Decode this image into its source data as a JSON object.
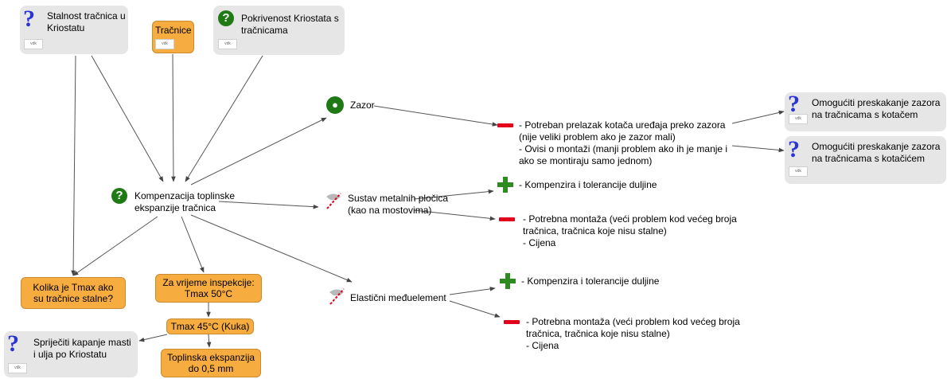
{
  "nodes": {
    "stalnost": {
      "lines": [
        "Stalnost tračnica u",
        "Kriostatu"
      ],
      "tag": "vdk"
    },
    "tracnice": {
      "lines": [
        "Tračnice"
      ],
      "tag": "vdk"
    },
    "pokrivenost": {
      "lines": [
        "Pokrivenost Kriostata s",
        "tračnicama"
      ],
      "tag": "vdk"
    },
    "kompenzacija": {
      "lines": [
        "Kompenzacija toplinske",
        "ekspanzije tračnica"
      ]
    },
    "zazor": {
      "lines": [
        "Zazor"
      ]
    },
    "sustav": {
      "lines": [
        "Sustav metalnih pločica",
        "(kao na mostovima)"
      ]
    },
    "elasticni": {
      "lines": [
        "Elastični međuelement"
      ]
    },
    "zazor_con": {
      "lines": [
        "- Potreban prelazak kotača uređaja preko zazora",
        "(nije veliki problem ako je zazor mali)",
        "- Ovisi o montaži (manji problem ako ih je manje i",
        "ako se montiraju samo jednom)"
      ]
    },
    "sustav_pro": {
      "lines": [
        "- Kompenzira i tolerancije duljine"
      ]
    },
    "sustav_con": {
      "lines": [
        "- Potrebna montaža (veći problem kod većeg broja",
        "tračnica, tračnica koje nisu stalne)",
        "- Cijena"
      ]
    },
    "elast_pro": {
      "lines": [
        "- Kompenzira i tolerancije duljine"
      ]
    },
    "elast_con": {
      "lines": [
        "- Potrebna montaža (veći problem kod većeg broja",
        "tračnica, tračnica koje nisu stalne)",
        "- Cijena"
      ]
    },
    "omog1": {
      "lines": [
        "Omogućiti preskakanje zazora",
        "na tračnicama s kotačem"
      ],
      "tag": "vdk"
    },
    "omog2": {
      "lines": [
        "Omogućiti preskakanje zazora",
        "na tračnicama s kotačićem"
      ],
      "tag": "vdk"
    },
    "kolika": {
      "lines": [
        "Kolika je Tmax ako",
        "su tračnice stalne?"
      ]
    },
    "inspekcija": {
      "lines": [
        "Za vrijeme inspekcije:",
        "Tmax 50°C"
      ]
    },
    "kuka": {
      "lines": [
        "Tmax 45°C (Kuka)"
      ]
    },
    "toplinska": {
      "lines": [
        "Toplinska ekspanzija",
        "do 0,5 mm"
      ]
    },
    "sprijeciti": {
      "lines": [
        "Spriječiti kapanje masti",
        "i ulja po Kriostatu"
      ],
      "tag": "vdk"
    }
  },
  "icons": {
    "question": "?"
  },
  "colors": {
    "orange": "#f7ac3f",
    "gray": "#e6e6e6",
    "blue_question": "#2b32d6",
    "green": "#1f7a16",
    "minus": "#e3001b",
    "plus": "#2e8b1f"
  }
}
